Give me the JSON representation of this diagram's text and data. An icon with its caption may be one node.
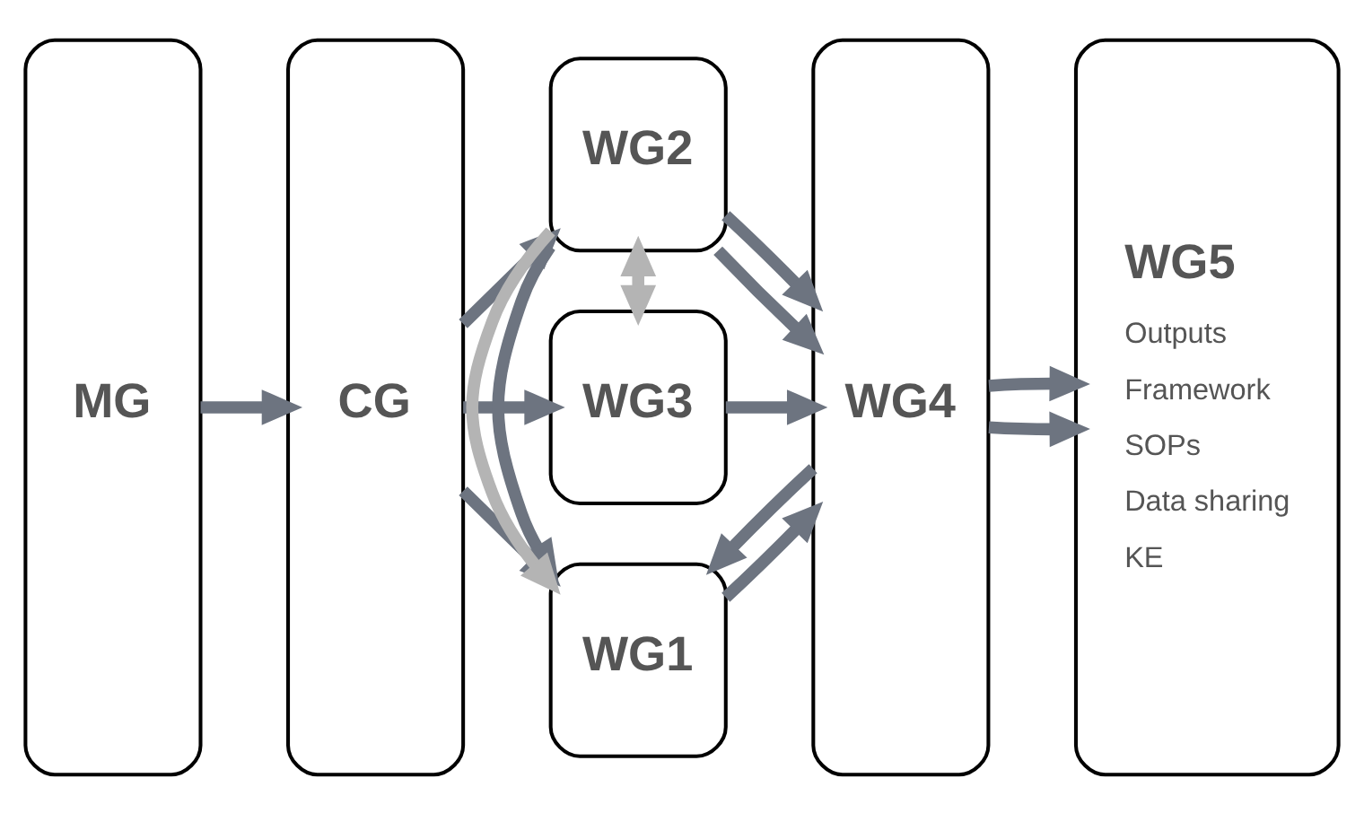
{
  "diagram": {
    "nodes": [
      {
        "text": [
          "MG"
        ]
      },
      {
        "text": [
          "CG"
        ]
      },
      {
        "text": [
          "WG1"
        ]
      },
      {
        "text": [
          "WG2"
        ]
      },
      {
        "text": [
          "WG3"
        ]
      },
      {
        "text": [
          "WG4"
        ]
      },
      {
        "text": [
          "WG5",
          "Outputs",
          "Framework",
          "SOPs",
          "Data sharing",
          "KE"
        ]
      }
    ],
    "edges": [
      {
        "from": 0,
        "to": 1,
        "arrow": "to"
      },
      {
        "from": 1,
        "to": 2,
        "arrow": "to"
      },
      {
        "from": 1,
        "to": 3,
        "arrow": "to"
      },
      {
        "from": 1,
        "to": 4,
        "arrow": "to"
      },
      {
        "from": 2,
        "to": 5,
        "arrow": "to"
      },
      {
        "from": 5,
        "to": 2,
        "arrow": "to"
      },
      {
        "from": 3,
        "to": 2,
        "arrow": "to"
      },
      {
        "from": 3,
        "to": 2,
        "arrow": "to",
        "color": "#b4b4b4"
      },
      {
        "from": 3,
        "to": 4,
        "arrow": "both",
        "color": "#b4b4b4"
      },
      {
        "from": 3,
        "to": 5,
        "arrow": "to"
      },
      {
        "from": 3,
        "to": 5,
        "arrow": "to"
      },
      {
        "from": 4,
        "to": 5,
        "arrow": "to"
      },
      {
        "from": 5,
        "to": 6,
        "arrow": "to"
      },
      {
        "from": 5,
        "to": 6,
        "arrow": "to"
      }
    ]
  }
}
